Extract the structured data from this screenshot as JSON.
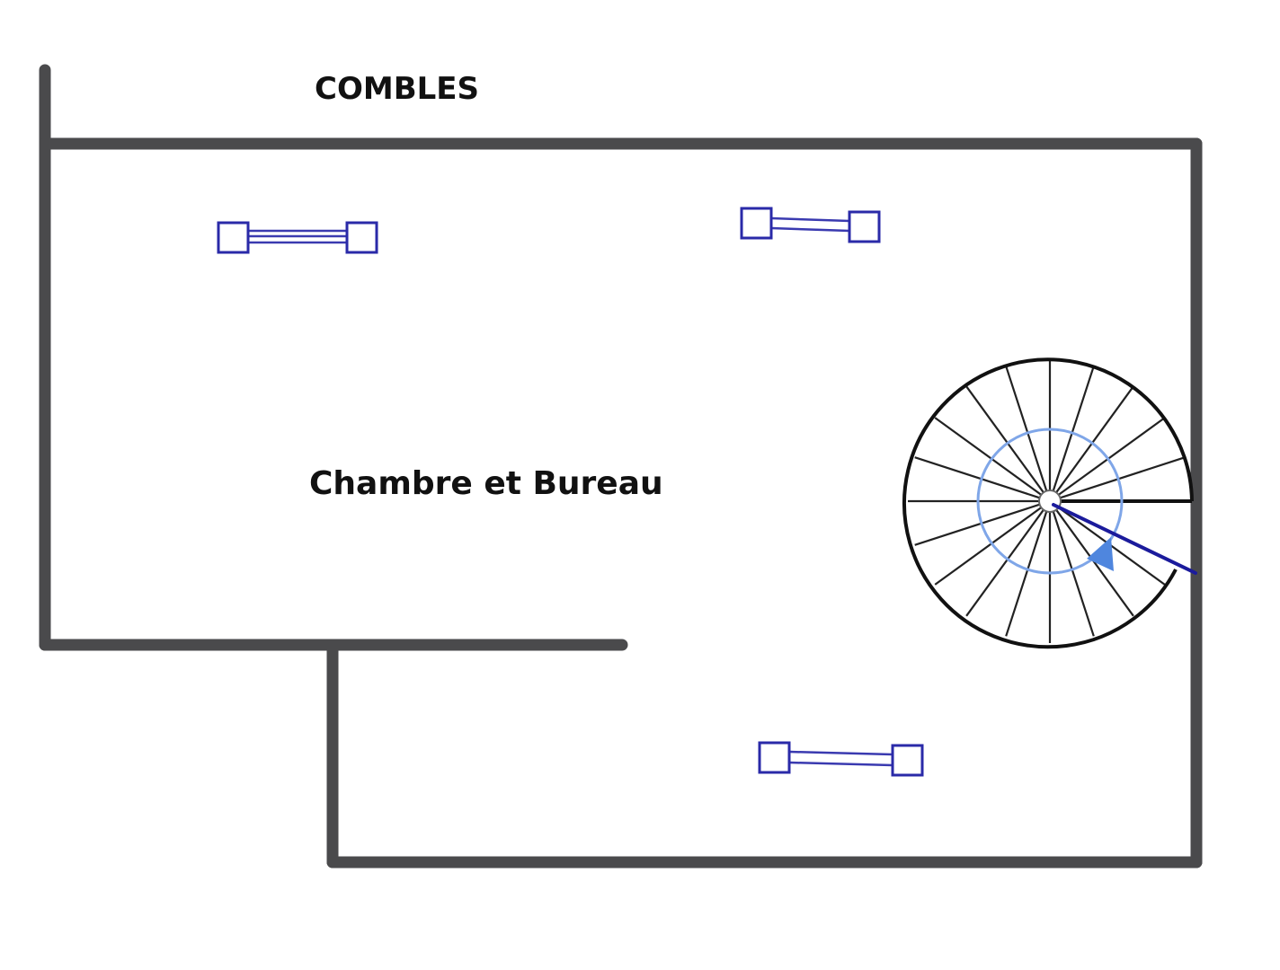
{
  "labels": {
    "attic": "COMBLES",
    "room": "Chambre et Bureau"
  },
  "colors": {
    "wall": "#4a4a4c",
    "fixture": "#2a2aa8",
    "stair_outline": "#111111",
    "stair_inner_circle": "#7fa6e8",
    "stair_arrow": "#1b1b9c"
  },
  "fixtures": [
    {
      "name": "fixture-top-left",
      "icon": "window-icon"
    },
    {
      "name": "fixture-top-right",
      "icon": "window-icon"
    },
    {
      "name": "fixture-bottom",
      "icon": "window-icon"
    }
  ],
  "staircase": {
    "icon": "spiral-staircase-icon",
    "tread_count": 20
  }
}
